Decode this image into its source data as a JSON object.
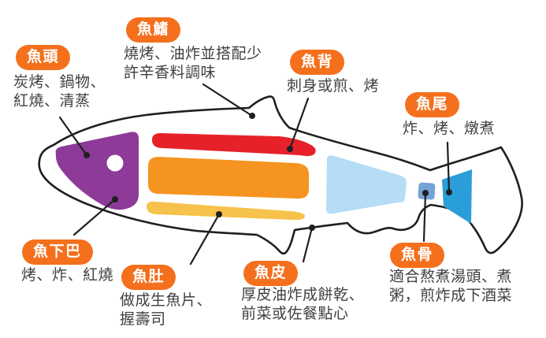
{
  "labels": {
    "head": {
      "badge": "魚頭",
      "desc": "炭烤、鍋物、\n紅燒、清蒸"
    },
    "fin": {
      "badge": "魚鰭",
      "desc": "燒烤、油炸並搭配少\n許辛香料調味"
    },
    "back": {
      "badge": "魚背",
      "desc": "刺身或煎、烤"
    },
    "tail": {
      "badge": "魚尾",
      "desc": "炸、烤、燉煮"
    },
    "jaw": {
      "badge": "魚下巴",
      "desc": "烤、炸、紅燒"
    },
    "belly": {
      "badge": "魚肚",
      "desc": "做成生魚片、\n握壽司"
    },
    "skin": {
      "badge": "魚皮",
      "desc": "厚皮油炸成餅乾、\n前菜或佐餐點心"
    },
    "bone": {
      "badge": "魚骨",
      "desc": "適合熬煮湯頭、煮\n粥，煎炸成下酒菜"
    }
  },
  "colors": {
    "badge_bg": "#f4701d",
    "badge_text": "#ffffff",
    "desc_text": "#3f3f3f",
    "outline": "#1f1f1f",
    "head_region": "#8d3a99",
    "eye": "#ffffff",
    "back_region": "#e7212a",
    "body_region": "#f59420",
    "belly_region": "#f6c24b",
    "rear_region": "#b6ddf5",
    "bone_region": "#74a3d7",
    "tail_region": "#2a9ed9"
  }
}
